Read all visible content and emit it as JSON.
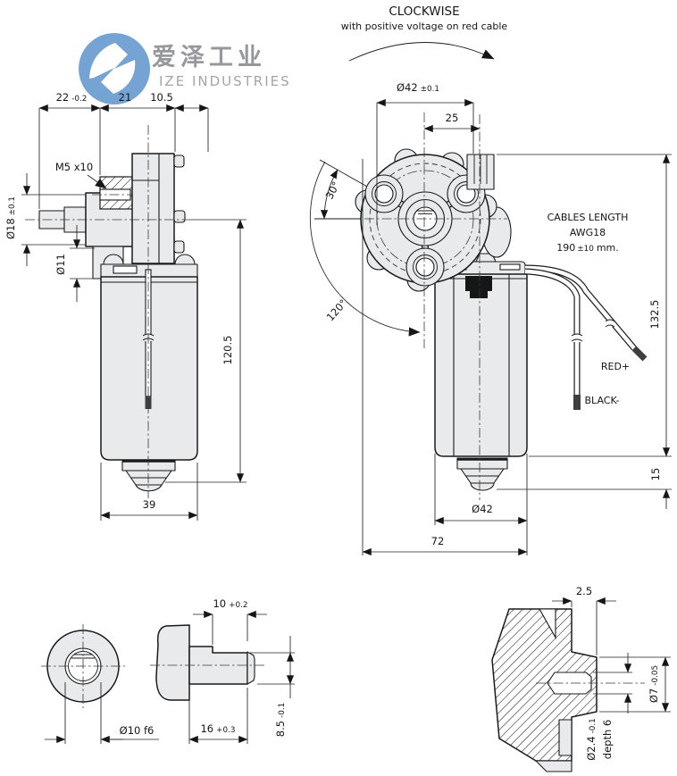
{
  "brand": {
    "cn": "爱泽工业",
    "en": "IZE INDUSTRIES"
  },
  "colors": {
    "line": "#1a1a1a",
    "part_fill": "#e9eaec",
    "logo_blue": "#74a3d4",
    "logo_text_gray": "#96989b",
    "wire_tip_gray": "#3f3f3f",
    "background": "#ffffff"
  },
  "top_note": {
    "title": "CLOCKWISE",
    "subtitle": "with positive voltage on red cable"
  },
  "side_view": {
    "d22": {
      "v": "22",
      "tol": "-0.2"
    },
    "d21": "21",
    "d10_5": "10.5",
    "m5": "M5 x10",
    "d18": {
      "v": "Ø18",
      "tol": "±0.1"
    },
    "d11": "Ø11",
    "d120_5": "120.5",
    "d39": "39"
  },
  "front_view": {
    "d42_top": {
      "v": "Ø42",
      "tol": "±0.1"
    },
    "d25": "25",
    "a30": "30°",
    "a120": "120°",
    "cables": {
      "l1": "CABLES LENGTH",
      "l2": "AWG18",
      "l3v": "190",
      "l3tol": "±10",
      "l3unit": "mm."
    },
    "red": "RED+",
    "black": "BLACK-",
    "d132_5": "132.5",
    "d15": "15",
    "d42": "Ø42",
    "d72": "72"
  },
  "shaft_detail": {
    "d10f6": "Ø10 f6",
    "d10": {
      "v": "10",
      "tol": "+0.2"
    },
    "d16": {
      "v": "16",
      "tol": "+0.3"
    },
    "d8_5": {
      "v": "8.5",
      "tol": "-0.1"
    }
  },
  "boss_detail": {
    "d2_5": "2.5",
    "d7": {
      "v": "Ø7",
      "tol": "-0.05"
    },
    "d2_4": {
      "v": "Ø2.4",
      "tol": "-0.1"
    },
    "depth": "depth 6"
  }
}
